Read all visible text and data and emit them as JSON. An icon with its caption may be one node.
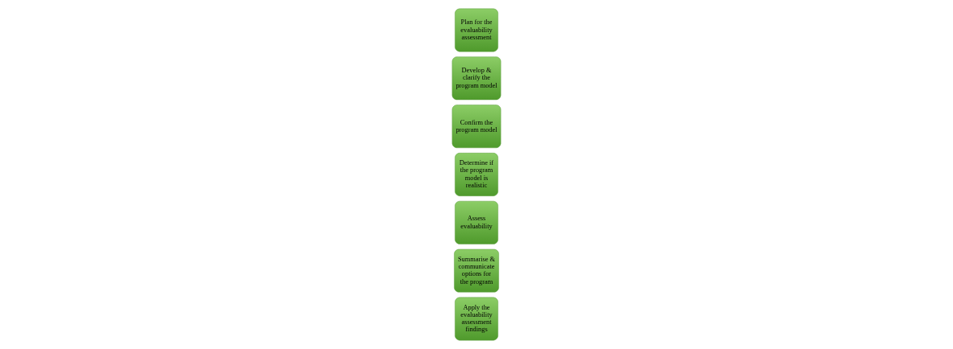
{
  "diagram": {
    "nodes": [
      {
        "text": [
          "Plan for the evaluability assessment"
        ]
      },
      {
        "text": [
          "Develop & clarify the program model"
        ]
      },
      {
        "text": [
          "Confirm the program model"
        ]
      },
      {
        "text": [
          "Determine if the program model is realistic"
        ]
      },
      {
        "text": [
          "Assess evaluability"
        ]
      },
      {
        "text": [
          "Summarise & communicate options for the program"
        ]
      },
      {
        "text": [
          "Apply the evaluability assessment findings"
        ]
      }
    ],
    "edges": []
  }
}
